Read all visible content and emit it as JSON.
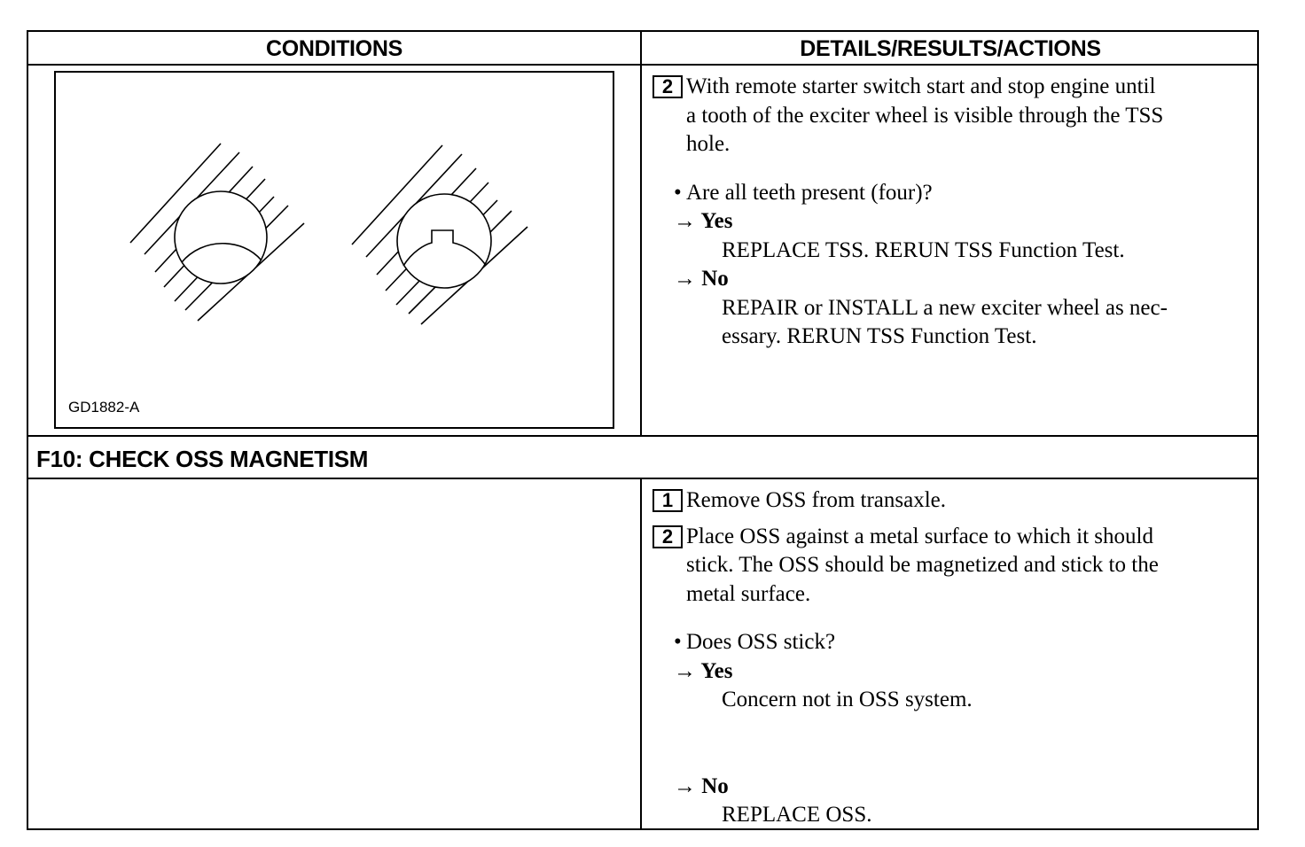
{
  "headers": {
    "conditions": "CONDITIONS",
    "details": "DETAILS/RESULTS/ACTIONS"
  },
  "figure": {
    "id": "GD1882-A",
    "icons": [
      "sensor-hole-no-tooth-icon",
      "sensor-hole-with-tooth-icon"
    ]
  },
  "step_top": {
    "number": "2",
    "lines": [
      "With remote starter switch start and stop engine until",
      "a tooth of the exciter wheel is visible through the TSS",
      "hole."
    ],
    "question": "Are all teeth present (four)?",
    "yes": {
      "label": "→ Yes",
      "action": "REPLACE TSS. RERUN TSS Function Test."
    },
    "no": {
      "label": "→ No",
      "action_lines": [
        "REPAIR or INSTALL a new exciter wheel as nec-",
        "essary. RERUN TSS Function Test."
      ]
    }
  },
  "section": {
    "title": "F10: CHECK OSS MAGNETISM",
    "step1": {
      "number": "1",
      "text": "Remove OSS from transaxle."
    },
    "step2": {
      "number": "2",
      "lines": [
        "Place OSS against a metal surface to which it should",
        "stick. The OSS should be magnetized and stick to the",
        "metal surface."
      ]
    },
    "question": "Does OSS stick?",
    "yes": {
      "label": "→ Yes",
      "action": "Concern not in OSS system."
    },
    "no": {
      "label": "→ No",
      "action": "REPLACE OSS."
    }
  }
}
